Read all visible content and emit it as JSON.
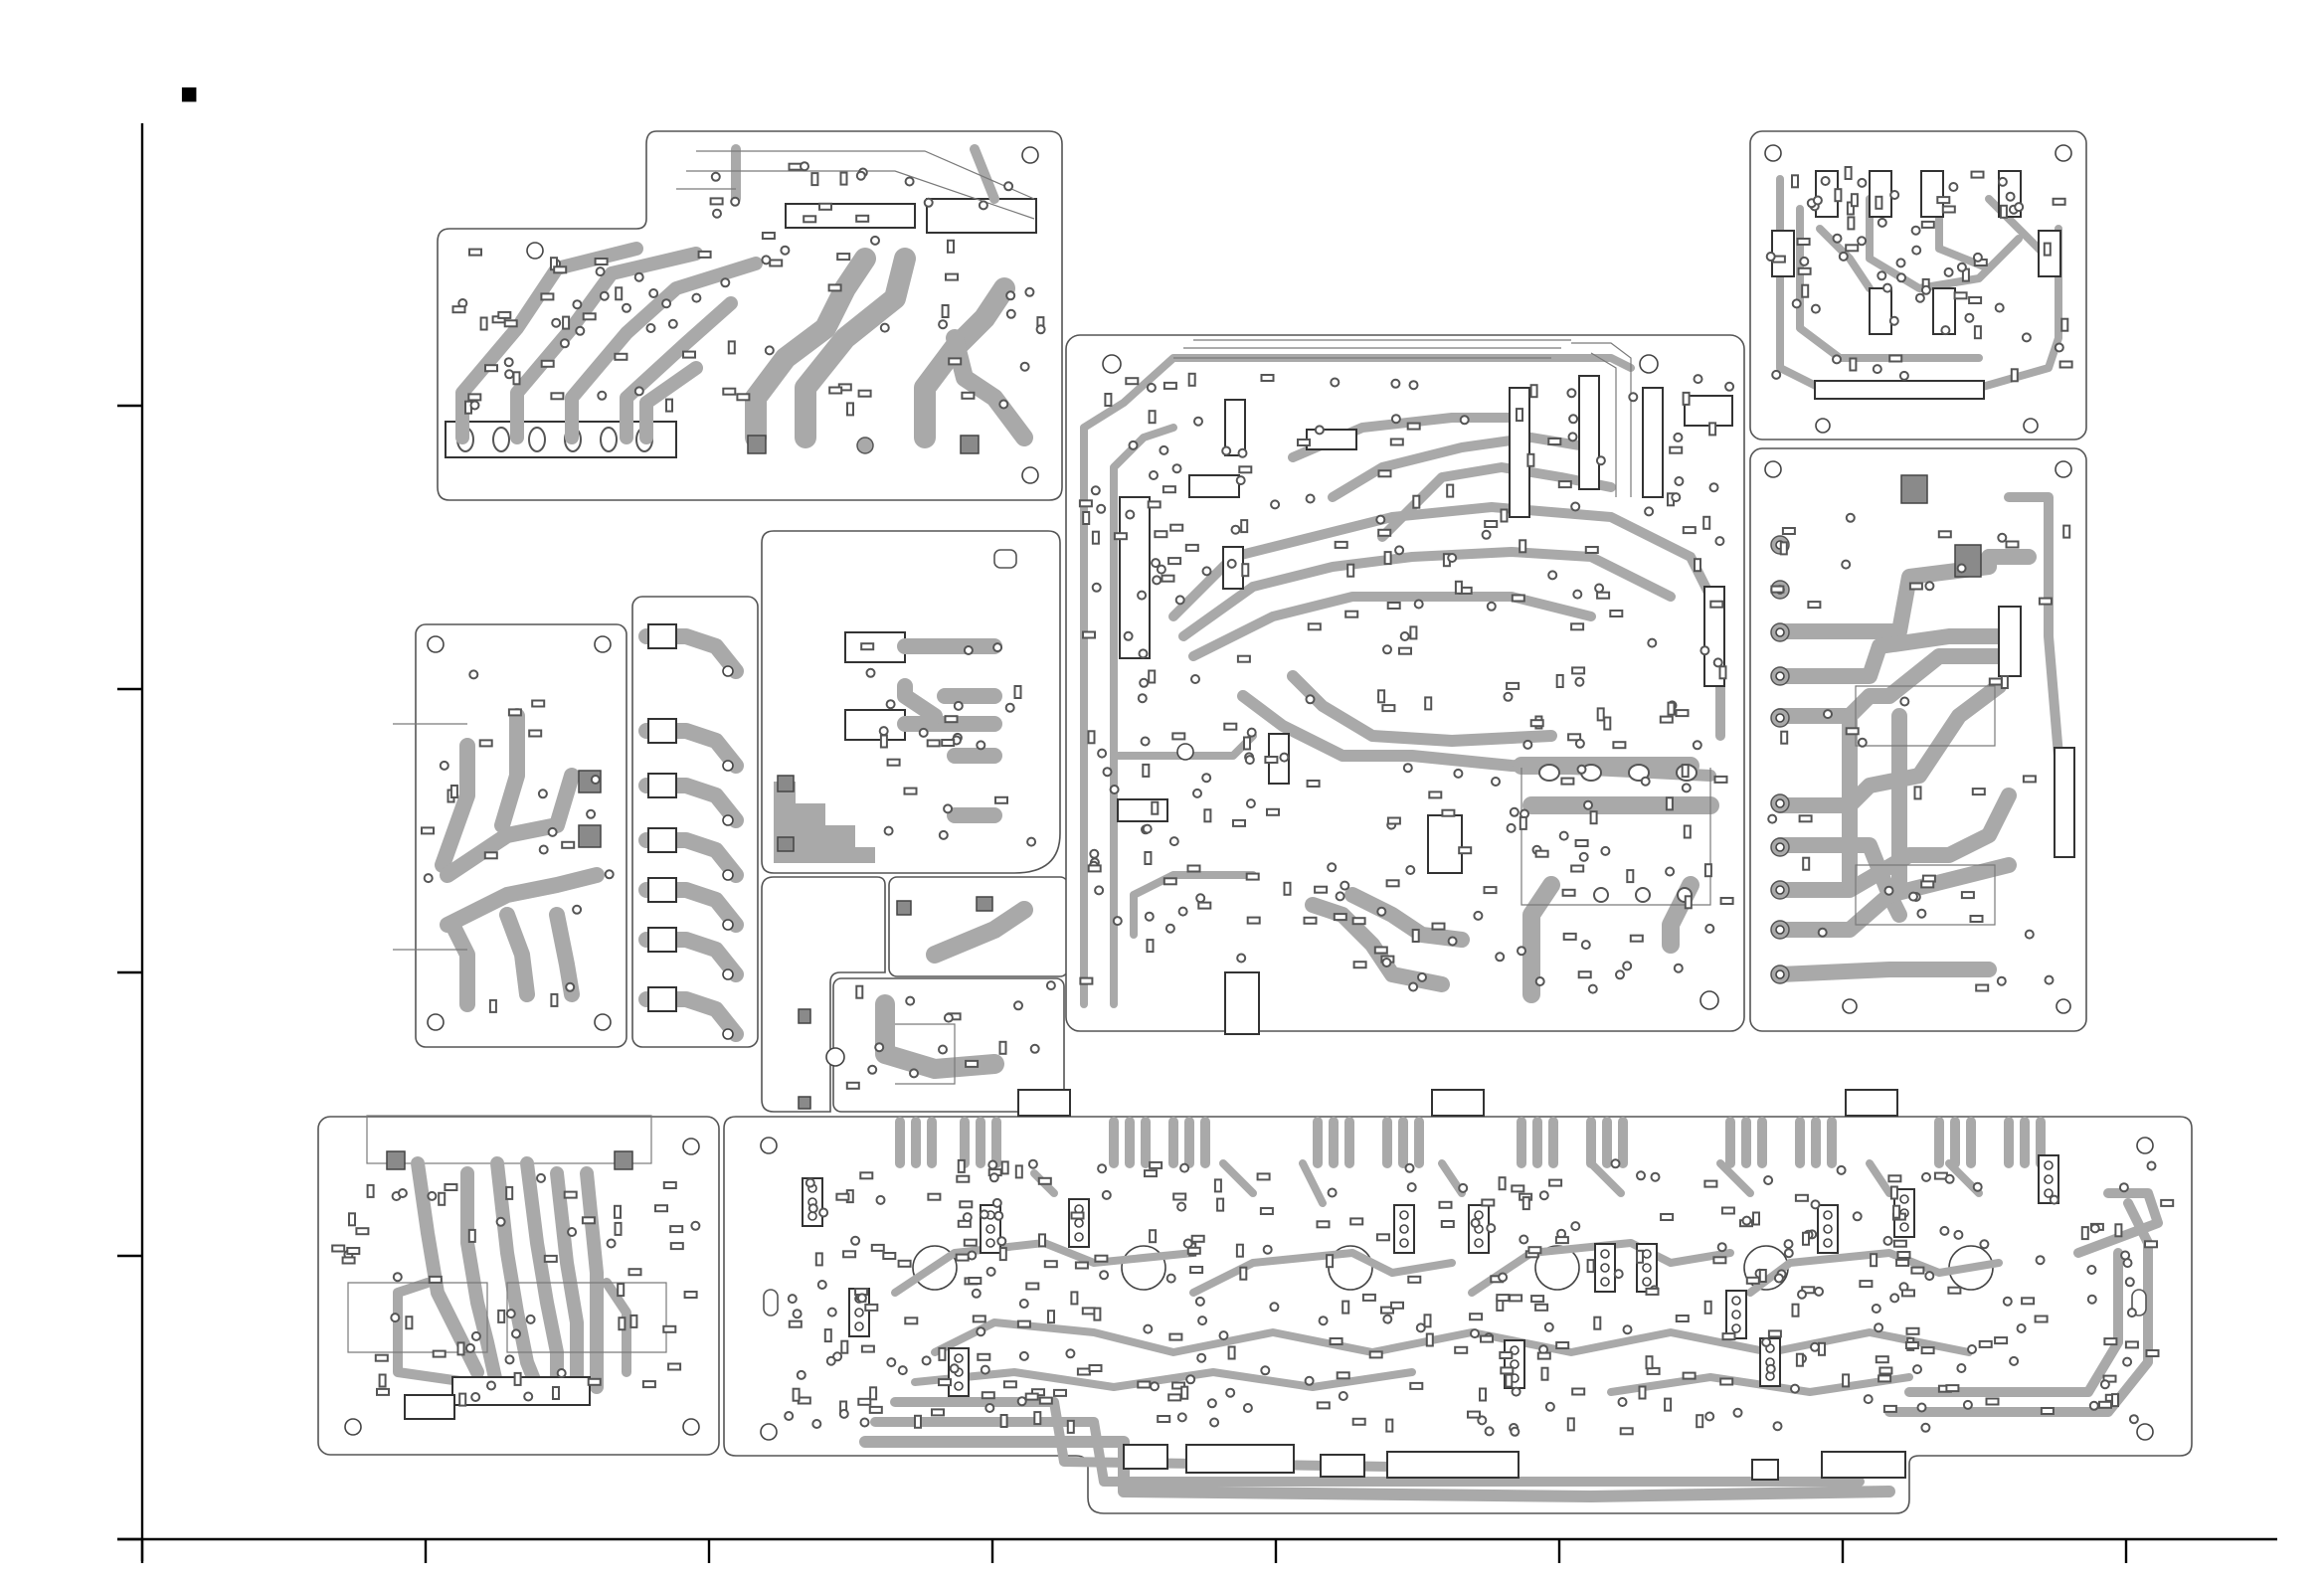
{
  "figure": {
    "marker_symbol": "■",
    "boards": [
      {
        "id": "top-left-board"
      },
      {
        "id": "left-mid-board"
      },
      {
        "id": "left-strip-board"
      },
      {
        "id": "center-upper-board"
      },
      {
        "id": "center-lower-board-a"
      },
      {
        "id": "center-lower-board-b"
      },
      {
        "id": "main-center-board"
      },
      {
        "id": "top-right-board"
      },
      {
        "id": "right-mid-board"
      },
      {
        "id": "bottom-left-board"
      },
      {
        "id": "bottom-amp-board"
      }
    ],
    "axis": {
      "y_ticks": 5,
      "x_ticks": 8
    },
    "colors": {
      "copper": "#a9a9a9",
      "outline": "#555555",
      "axis": "#000000",
      "background": "#ffffff"
    }
  }
}
